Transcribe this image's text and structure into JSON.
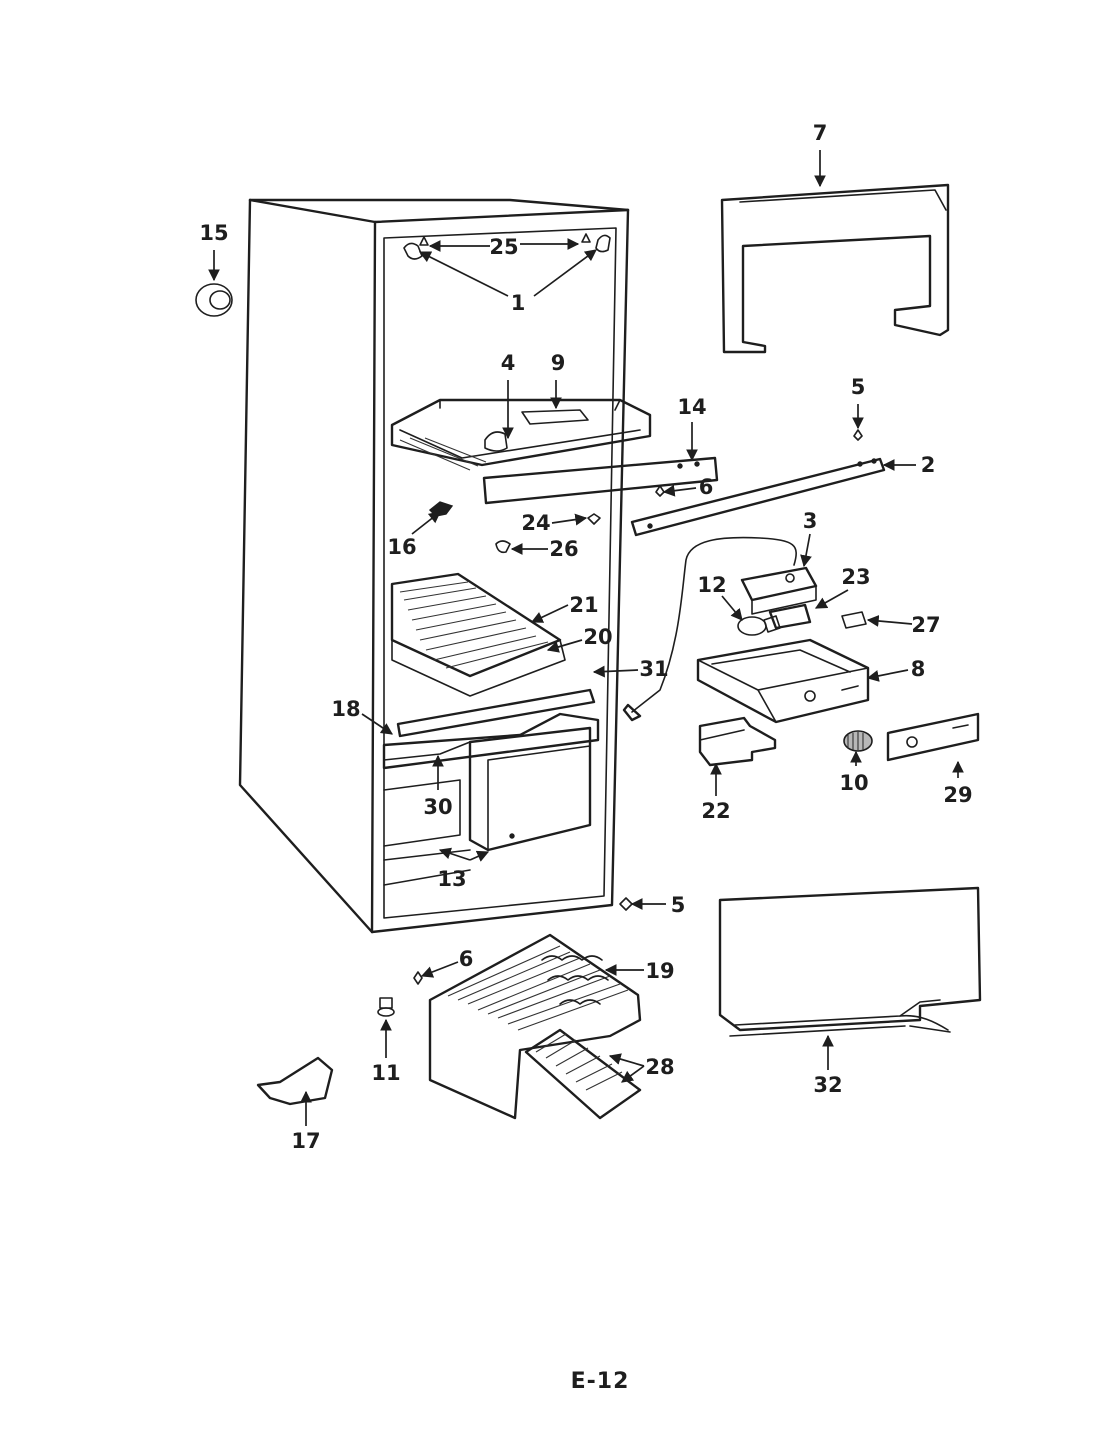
{
  "diagram": {
    "callouts": {
      "c1": "1",
      "c2": "2",
      "c3": "3",
      "c4": "4",
      "c5a": "5",
      "c5b": "5",
      "c6a": "6",
      "c6b": "6",
      "c7": "7",
      "c8": "8",
      "c9": "9",
      "c10": "10",
      "c11": "11",
      "c12": "12",
      "c13": "13",
      "c14": "14",
      "c15": "15",
      "c16": "16",
      "c17": "17",
      "c18": "18",
      "c19": "19",
      "c20": "20",
      "c21": "21",
      "c22": "22",
      "c23": "23",
      "c24": "24",
      "c25": "25",
      "c26": "26",
      "c27": "27",
      "c28": "28",
      "c29": "29",
      "c30": "30",
      "c31": "31",
      "c32": "32"
    },
    "page_label": "E-12"
  }
}
